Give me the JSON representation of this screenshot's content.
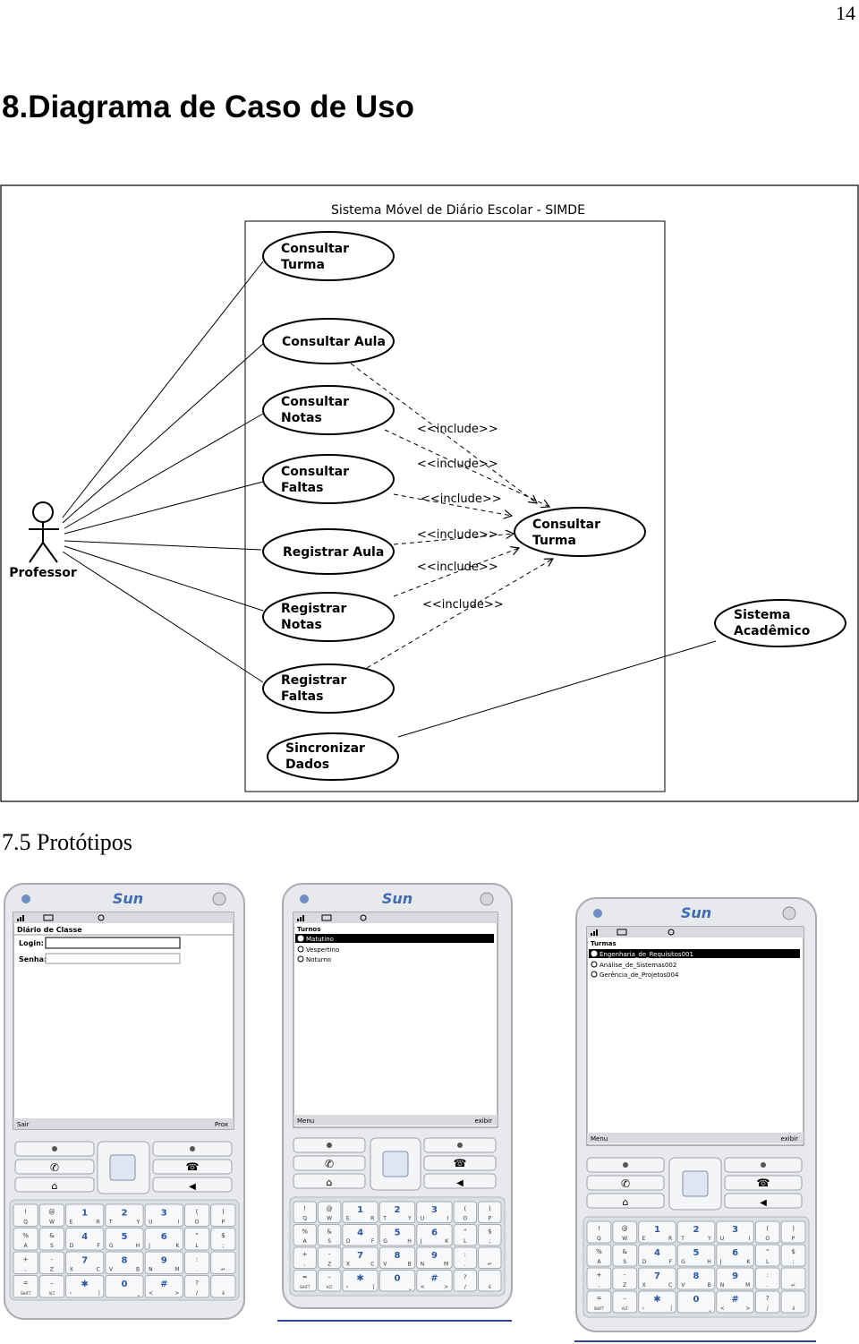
{
  "page": {
    "number": "14"
  },
  "section_title": "8.Diagrama de Caso de Uso",
  "subsection_title": "7.5 Protótipos",
  "diagram": {
    "system_title": "Sistema Móvel de Diário Escolar - SIMDE",
    "actors": [
      {
        "label": "Professor"
      },
      {
        "label_line1": "Sistema",
        "label_line2": "Acadêmico"
      }
    ],
    "use_cases": [
      {
        "line1": "Consultar",
        "line2": "Turma"
      },
      {
        "line1": "Consultar Aula",
        "line2": ""
      },
      {
        "line1": "Consultar",
        "line2": "Notas"
      },
      {
        "line1": "Consultar",
        "line2": "Faltas"
      },
      {
        "line1": "Registrar Aula",
        "line2": ""
      },
      {
        "line1": "Registrar",
        "line2": "Notas"
      },
      {
        "line1": "Registrar",
        "line2": "Faltas"
      },
      {
        "line1": "Sincronizar",
        "line2": "Dados"
      }
    ],
    "included_use_case": {
      "line1": "Consultar",
      "line2": "Turma"
    },
    "include_labels": [
      "<<include>>",
      "<<include>>",
      "<<include>>",
      "<<include>>",
      "<<include>>",
      "<<include>>"
    ]
  },
  "phones": [
    {
      "brand": "Sun",
      "screen_title": "Diário de Classe",
      "fields": [
        {
          "label": "Login:"
        },
        {
          "label": "Senha:"
        }
      ],
      "softkey_left": "Sair",
      "softkey_right": "Prox"
    },
    {
      "brand": "Sun",
      "list_title": "Turnos",
      "options": [
        "Matutino",
        "Vespertino",
        "Noturno"
      ],
      "selected_index": 0,
      "softkey_left": "Menu",
      "softkey_right": "exibir"
    },
    {
      "brand": "Sun",
      "list_title": "Turmas",
      "options": [
        "Engenharia_de_Requisitos001",
        "Análise_de_Sistemas002",
        "Gerência_de_Projetos004"
      ],
      "selected_index": 0,
      "softkey_left": "Menu",
      "softkey_right": "exibir"
    }
  ],
  "keypad": {
    "keys": [
      {
        "top": "!",
        "bottom": "Q",
        "main": "",
        "bl": "",
        "br": ""
      },
      {
        "top": "@",
        "bottom": "W",
        "main": "",
        "bl": "",
        "br": ""
      },
      {
        "main": "1",
        "bl": "E",
        "br": "R"
      },
      {
        "main": "2",
        "bl": "T",
        "br": "Y"
      },
      {
        "main": "3",
        "bl": "U",
        "br": "I"
      },
      {
        "top": "(",
        "bottom": "O"
      },
      {
        "top": ")",
        "bottom": "P"
      },
      {
        "top": "%",
        "bottom": "A"
      },
      {
        "top": "&",
        "bottom": "S"
      },
      {
        "main": "4",
        "bl": "D",
        "br": "F"
      },
      {
        "main": "5",
        "bl": "G",
        "br": "H"
      },
      {
        "main": "6",
        "bl": "J",
        "br": "K"
      },
      {
        "top": "“",
        "bottom": "L"
      },
      {
        "top": "$",
        "bottom": ";"
      },
      {
        "top": "+",
        "bottom": ","
      },
      {
        "top": "-",
        "bottom": "Z"
      },
      {
        "main": "7",
        "bl": "X",
        "br": "C"
      },
      {
        "main": "8",
        "bl": "V",
        "br": "B"
      },
      {
        "main": "9",
        "bl": "N",
        "br": "M"
      },
      {
        "top": ":",
        "bottom": "."
      },
      {
        "top": "",
        "bottom": "↵"
      },
      {
        "top": "=",
        "bottom": "SHIFT"
      },
      {
        "top": "–",
        "bottom": "ALT"
      },
      {
        "main": "✱",
        "bl": "‹",
        "br": "|"
      },
      {
        "main": "0",
        "bl": "",
        "br": "⎵"
      },
      {
        "main": "#",
        "bl": "<",
        "br": ">"
      },
      {
        "top": "?",
        "bottom": "/"
      },
      {
        "top": "",
        "bottom": "⇓"
      }
    ]
  }
}
